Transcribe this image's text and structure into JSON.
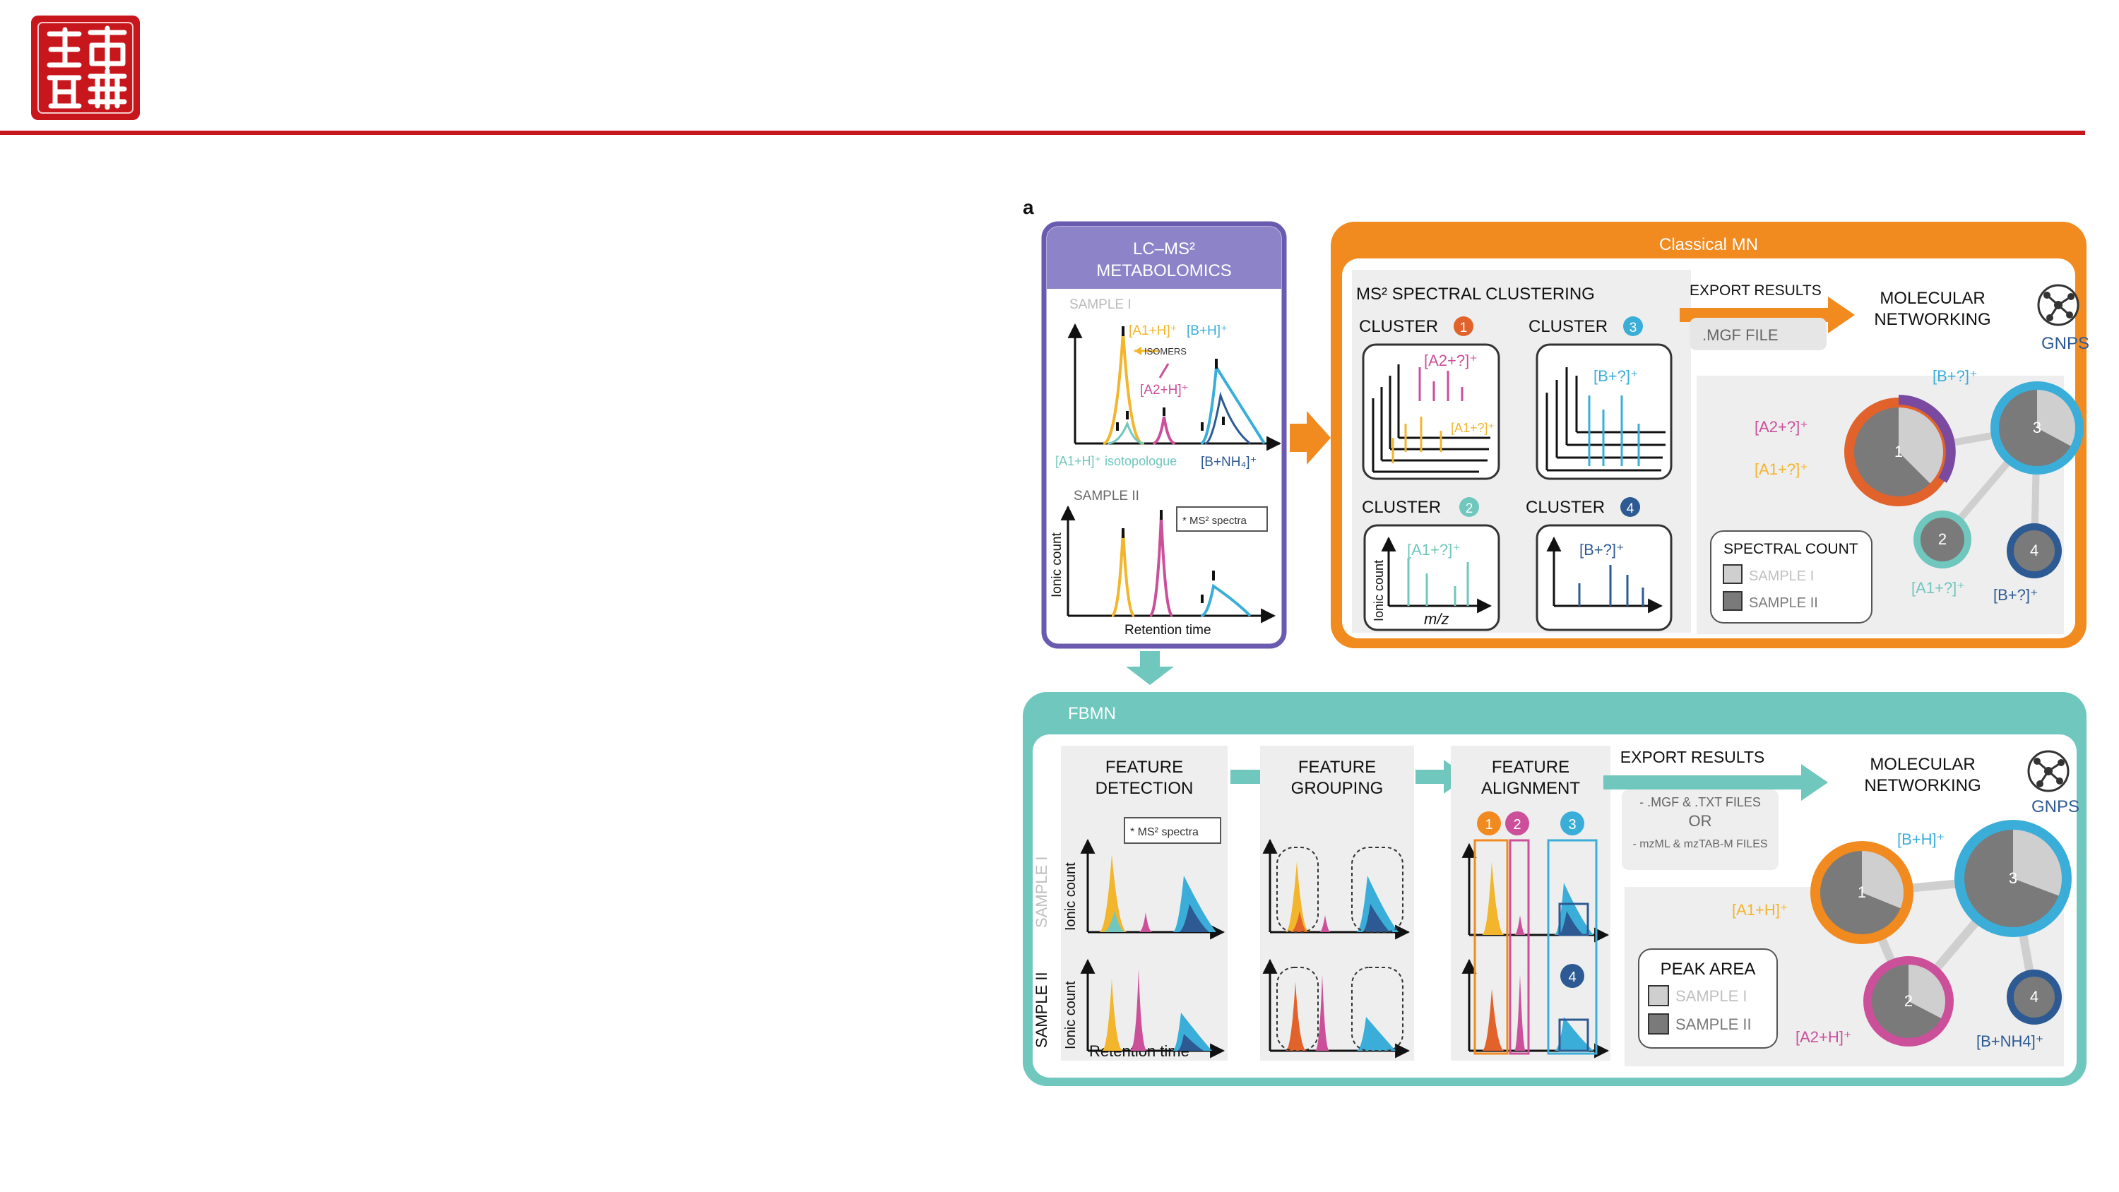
{
  "header": {
    "logo_text": "中药制剂",
    "rule_color": "#c8161d",
    "logo_color": "#c8161d"
  },
  "figure": {
    "panel_letter": "a",
    "colors": {
      "purple": "#6a5bb0",
      "purple_fill": "#8d83c8",
      "orange": "#f18a1f",
      "teal": "#6fc7bd",
      "gold": "#f3b52c",
      "magenta": "#cc4f9a",
      "cyan": "#3aaed8",
      "navy": "#2d5a93",
      "grey_panel": "#eeeeee",
      "dark_grey": "#7a7a7a",
      "light_grey": "#cfcfcf"
    },
    "lcms": {
      "title_line1": "LC–MS²",
      "title_line2": "METABOLOMICS",
      "sample1": "SAMPLE I",
      "sample2": "SAMPLE II",
      "a1h": "[A1+H]⁺",
      "bh": "[B+H]⁺",
      "isomers": "ISOMERS",
      "a2h": "[A2+H]⁺",
      "isotopologue": "[A1+H]⁺ isotopologue",
      "bnh4": "[B+NH₄]⁺",
      "ms2_legend": "* MS² spectra",
      "ylabel": "Ionic count",
      "xlabel": "Retention time"
    },
    "classical": {
      "title": "Classical MN",
      "clustering_title": "MS² SPECTRAL CLUSTERING",
      "export_title": "EXPORT RESULTS",
      "export_file": ".MGF FILE",
      "networking_line1": "MOLECULAR",
      "networking_line2": "NETWORKING",
      "gnps": "GNPS",
      "clusters": [
        {
          "label": "CLUSTER",
          "num": "1",
          "ion": "[A2+?]⁺",
          "ion2": "[A1+?]⁺"
        },
        {
          "label": "CLUSTER",
          "num": "3",
          "ion": "[B+?]⁺"
        },
        {
          "label": "CLUSTER",
          "num": "2",
          "ion": "[A1+?]⁺"
        },
        {
          "label": "CLUSTER",
          "num": "4",
          "ion": "[B+?]⁺"
        }
      ],
      "ylabel": "Ionic count",
      "xlabel": "m/z",
      "node_labels": {
        "b_top": "[B+?]⁺",
        "a2": "[A2+?]⁺",
        "a1": "[A1+?]⁺",
        "a1_bottom": "[A1+?]⁺",
        "b_bottom": "[B+?]⁺"
      },
      "legend_title": "SPECTRAL COUNT",
      "legend_items": [
        "SAMPLE I",
        "SAMPLE II"
      ],
      "nodes": [
        "1",
        "2",
        "3",
        "4"
      ]
    },
    "fbmn": {
      "title": "FBMN",
      "detection_line1": "FEATURE",
      "detection_line2": "DETECTION",
      "grouping_line1": "FEATURE",
      "grouping_line2": "GROUPING",
      "alignment_line1": "FEATURE",
      "alignment_line2": "ALIGNMENT",
      "export_title": "EXPORT RESULTS",
      "export_line1": "- .MGF & .TXT FILES",
      "export_or": "OR",
      "export_line2": "- mzML & mzTAB-M FILES",
      "networking_line1": "MOLECULAR",
      "networking_line2": "NETWORKING",
      "gnps": "GNPS",
      "ms2_legend": "* MS² spectra",
      "sample1": "SAMPLE I",
      "sample2": "SAMPLE II",
      "ylabel": "Ionic count",
      "xlabel": "Retention time",
      "align_badges": [
        "1",
        "2",
        "3",
        "4"
      ],
      "node_labels": {
        "bh": "[B+H]⁺",
        "a1h": "[A1+H]⁺",
        "a2h": "[A2+H]⁺",
        "bnh4": "[B+NH4]⁺"
      },
      "legend_title": "PEAK AREA",
      "legend_items": [
        "SAMPLE I",
        "SAMPLE II"
      ],
      "nodes": [
        "1",
        "2",
        "3",
        "4"
      ]
    }
  }
}
